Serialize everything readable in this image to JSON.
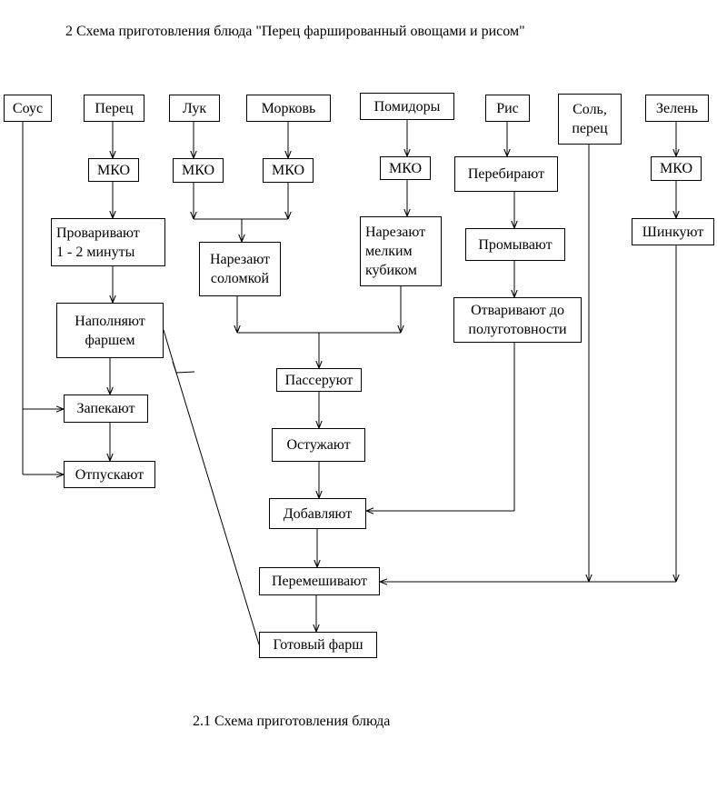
{
  "title": "2 Схема приготовления блюда \"Перец фаршированный овощами и рисом\"",
  "caption": "2.1 Схема приготовления блюда",
  "nodes": {
    "sauce": "Соус",
    "pepper": "Перец",
    "onion": "Лук",
    "carrot": "Морковь",
    "tomatoes": "Помидоры",
    "rice": "Рис",
    "salt_pepper": "Соль,\nперец",
    "greens": "Зелень",
    "mko_pepper": "МКО",
    "mko_onion": "МКО",
    "mko_carrot": "МКО",
    "mko_tomatoes": "МКО",
    "mko_greens": "МКО",
    "sort_rice": "Перебирают",
    "blanch": "Проваривают\n1 - 2 минуты",
    "cut_strips": "Нарезают\nсоломкой",
    "cut_cubes": "Нарезают\nмелким\nкубиком",
    "wash_rice": "Промывают",
    "chop_greens": "Шинкуют",
    "boil_rice": "Отваривают до\nполуготовности",
    "fill": "Наполняют\nфаршем",
    "saute": "Пассеруют",
    "bake": "Запекают",
    "cool": "Остужают",
    "serve": "Отпускают",
    "add": "Добавляют",
    "mix": "Перемешивают",
    "ready_filling": "Готовый фарш"
  }
}
